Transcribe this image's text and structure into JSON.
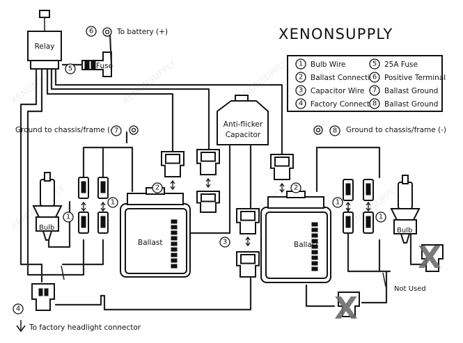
{
  "brand": "XENONSUPPLY",
  "legend": [
    {
      "num": "1",
      "text": "Bulb Wire"
    },
    {
      "num": "2",
      "text": "Ballast Connection"
    },
    {
      "num": "3",
      "text": "Capacitor Wire"
    },
    {
      "num": "4",
      "text": "Factory Connector"
    },
    {
      "num": "5",
      "text": "25A Fuse"
    },
    {
      "num": "6",
      "text": "Positive Terminal"
    },
    {
      "num": "7",
      "text": "Ballast Ground"
    },
    {
      "num": "8",
      "text": "Ballast Ground"
    }
  ],
  "labels": {
    "relay": "Relay",
    "fuse": "Fuse",
    "to_battery": "To battery (+)",
    "capacitor_line1": "Anti-flicker",
    "capacitor_line2": "Capacitor",
    "ground_left": "Ground to chassis/frame (-)",
    "ground_right": "Ground to chassis/frame (-)",
    "ballast_left": "Ballast",
    "ballast_right": "Ballast",
    "bulb_left": "Bulb",
    "bulb_right": "Bulb",
    "not_used": "Not Used",
    "factory": "To factory headlight connector",
    "not_used_mark": "X"
  },
  "callouts": {
    "n1": "1",
    "n2": "2",
    "n3": "3",
    "n4": "4",
    "n5": "5",
    "n6": "6",
    "n7": "7",
    "n8": "8"
  },
  "watermark": "XENONSUPPLY"
}
